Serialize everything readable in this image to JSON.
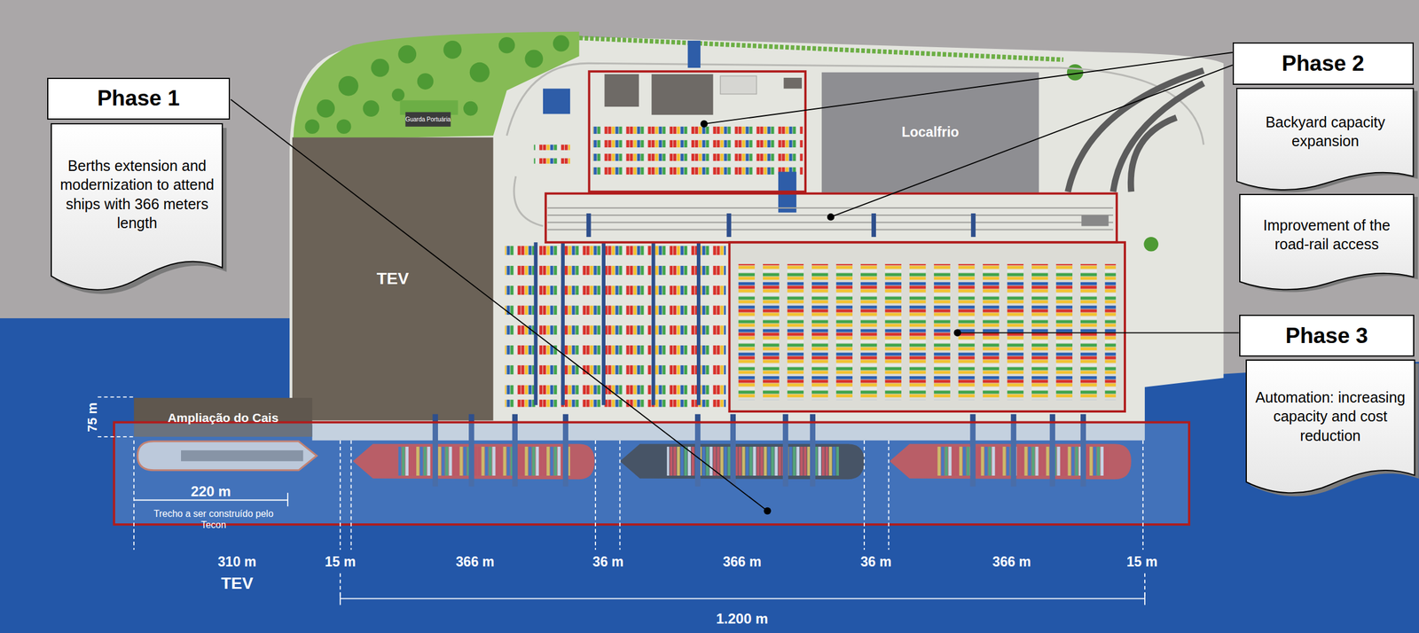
{
  "diagram": {
    "nodes": [
      {
        "text": [
          "Phase 1"
        ]
      },
      {
        "text": [
          "Berths extension and modernization to attend ships with 366 meters length"
        ]
      },
      {
        "text": [
          "Guarda Portuária"
        ]
      },
      {
        "text": [
          "Localfrio"
        ]
      },
      {
        "text": [
          "TEV"
        ]
      },
      {
        "text": [
          "Ampliação do Cais"
        ]
      },
      {
        "text": [
          "Phase 2"
        ]
      },
      {
        "text": [
          "Backyard capacity expansion"
        ]
      },
      {
        "text": [
          "Improvement of the road-rail access"
        ]
      },
      {
        "text": [
          "Phase 3"
        ]
      },
      {
        "text": [
          "Automation: increasing capacity and cost reduction"
        ]
      }
    ],
    "labels": [
      "75 m",
      "220 m",
      "Trecho a ser construído pelo Tecon",
      "310 m",
      "TEV",
      "15 m",
      "366 m",
      "36 m",
      "366 m",
      "36 m",
      "366 m",
      "15 m",
      "1.200 m"
    ]
  }
}
